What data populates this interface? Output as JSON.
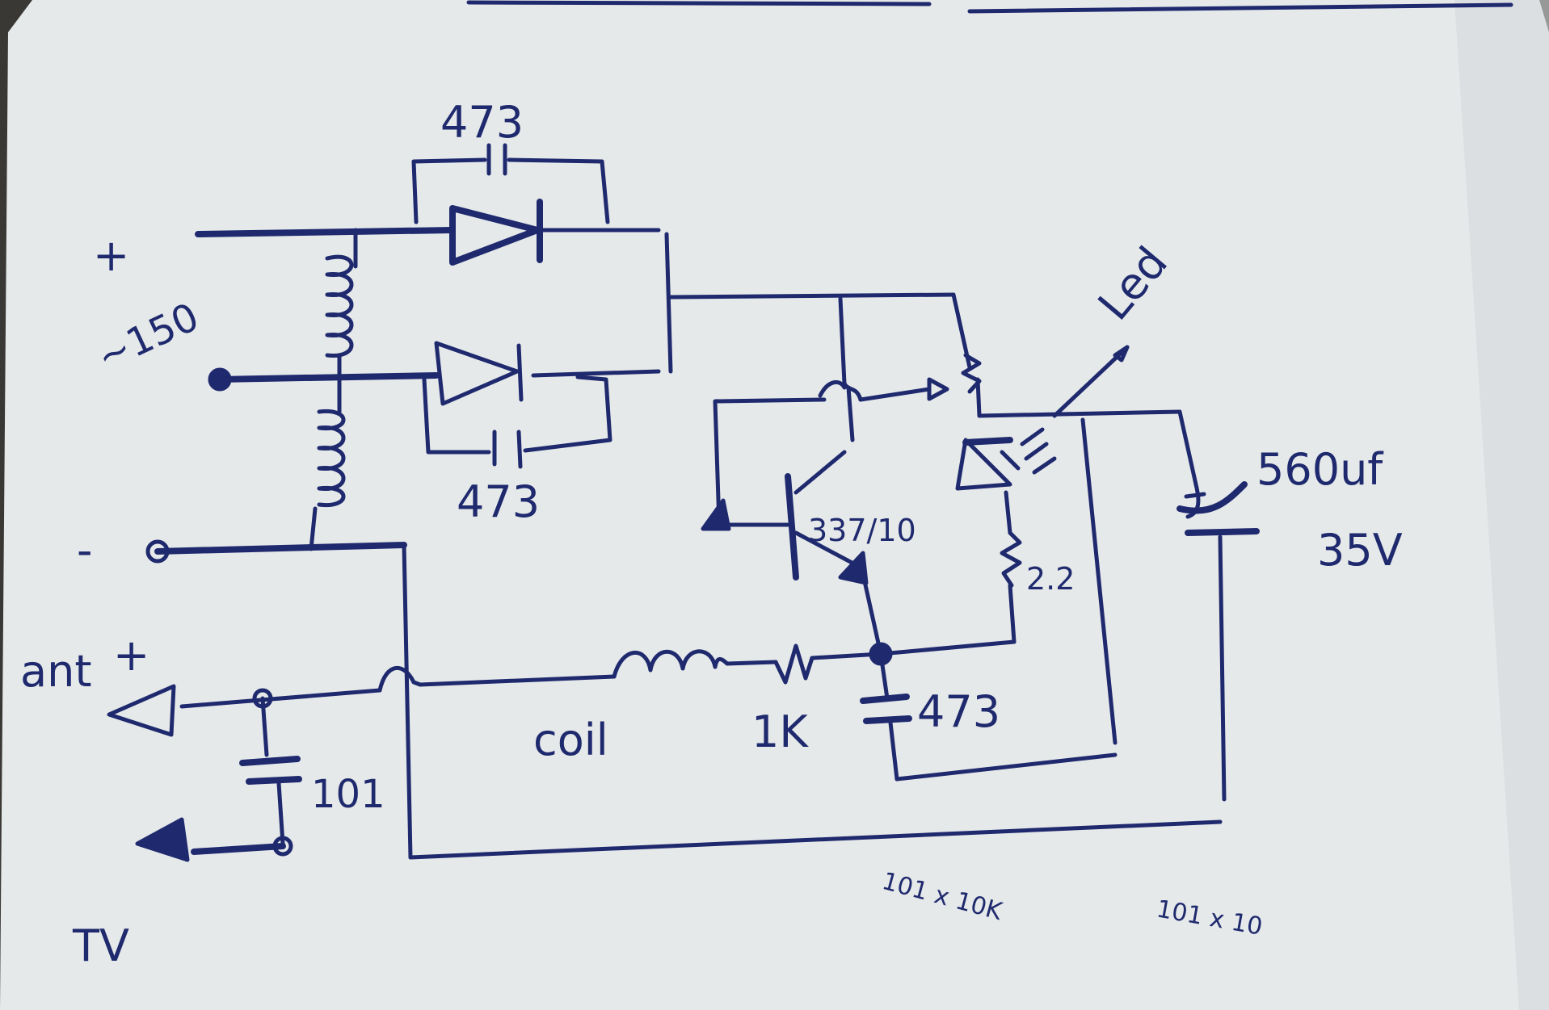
{
  "labels": {
    "plus_top": "+",
    "ac_input": "~150",
    "minus": "-",
    "ant": "ant",
    "ant_plus": "+",
    "tv": "TV",
    "cap_top": "473",
    "cap_mid": "473",
    "transistor": "337/10",
    "led": "Led",
    "resistor_led": "2.2",
    "cap_bottom": "473",
    "coil": "coil",
    "resistor_1k": "1K",
    "cap_ant": "101",
    "electrolytic_value": "560uf",
    "electrolytic_voltage": "35V",
    "note_1": "101 x 10K",
    "note_2": "101 x 10"
  },
  "colors": {
    "paper": "#e6e9ea",
    "ink": "#1f2a6e",
    "background": "#3a3835"
  }
}
